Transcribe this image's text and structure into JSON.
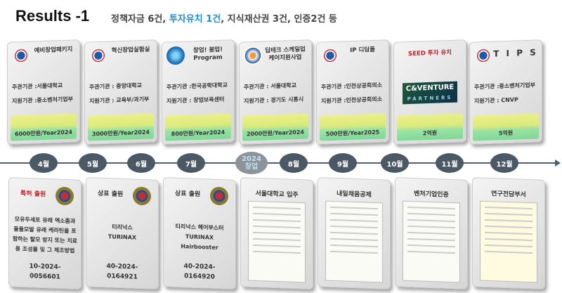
{
  "header": {
    "title": "Results -1",
    "summary_prefix": "정책자금 6건, ",
    "summary_highlight": "투자유치 1건",
    "summary_suffix": ", 지식재산권 3건, 인증2건 등"
  },
  "colors": {
    "accent": "#1a8fd6",
    "timeline": "#4a5965",
    "seed_title": "#c0202a"
  },
  "top_cards": [
    {
      "title": "예비창업패키지",
      "host": "주관기관 :서울대학교",
      "support": "지원기관 :중소벤처기업부",
      "amount": "6000만원/Year2024",
      "logo": "gov-logo-icon"
    },
    {
      "title": "혁신창업실험실",
      "host": "주관기관 : 중앙대학교",
      "support": "지원기관 : 교육부/과기부",
      "amount": "3000만원/Year2024",
      "logo": "gov-logo-icon"
    },
    {
      "title": "창업! 붐업! Program",
      "host": "주관기관 :한국공학대학교",
      "support": "지원기관 : 창업보육센터",
      "amount": "800만원/Year2024",
      "logo": "university-logo-icon"
    },
    {
      "title": "딥테크 스케일업 케어지원사업",
      "host": "주관기관 : 서울대학교",
      "support": "지원기관 : 경기도 시흥시",
      "amount": "2000만원/Year2024",
      "logo": "city-logo-icon"
    },
    {
      "title": "IP 디딤돌",
      "host": "주관기관 :인천상공회의소",
      "support": "지원기관 :인천상공회의소",
      "amount": "500만원/Year2025",
      "logo": "gov-logo-icon"
    },
    {
      "title": "SEED 투자 유치",
      "investor_line1": "C&VENTURE",
      "investor_line2": "PARTNERS",
      "amount": "2억원"
    },
    {
      "title": "T I P S",
      "host": "주관기관 :중소벤처기업부",
      "support": "지원기관 : CNVP",
      "amount": "5억원",
      "logo": "gov-logo-icon"
    }
  ],
  "timeline": {
    "months": [
      "4월",
      "5월",
      "6월",
      "7월",
      "8월",
      "9월",
      "10월",
      "11월",
      "12월"
    ],
    "start_year": "2024",
    "start_label": "창업"
  },
  "bottom_cards": [
    {
      "title": "특허 출원",
      "body": "모유두세포 유래 엑소좀과 돌돌모발 유래 케라틴을 포함하는 탈모 방지 또는 치료용 조성물 및 그 제조방법",
      "number": "10-2024-0056601"
    },
    {
      "title": "상표 출원",
      "body": "티리낙스",
      "body2": "TURINAX",
      "number": "40-2024-0164921"
    },
    {
      "title": "상표 출원",
      "body": "티리낙스 헤어부스터",
      "body2": "TURINAX Hairbooster",
      "number": "40-2024-0164920"
    },
    {
      "title": "서울대학교 입주"
    },
    {
      "title": "내일채움공제"
    },
    {
      "title": "벤처기업인증"
    },
    {
      "title": "연구전담부서"
    }
  ]
}
